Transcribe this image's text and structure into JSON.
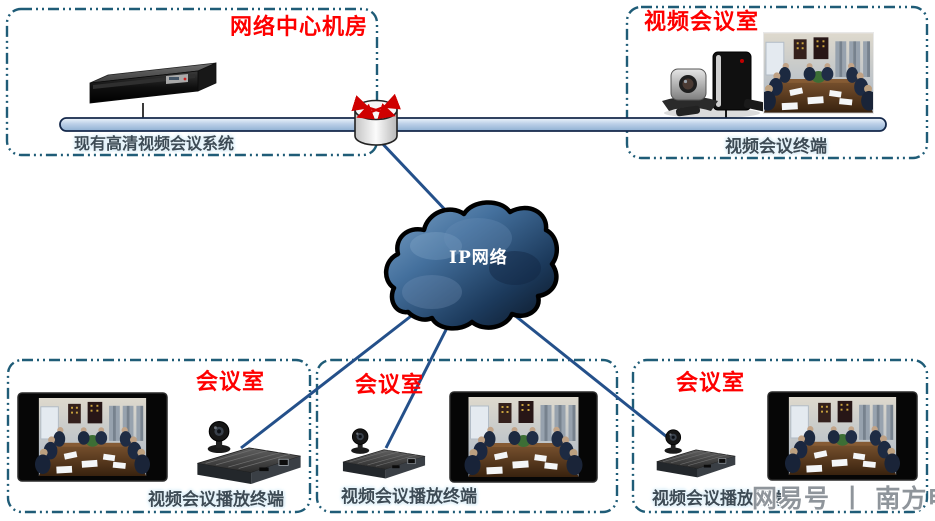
{
  "boxes": {
    "network_center": {
      "title": "网络中心机房",
      "device_label": "现有高清视频会议系统"
    },
    "video_room": {
      "title": "视频会议室",
      "device_label": "视频会议终端"
    },
    "meeting_rooms": [
      {
        "title": "会议室",
        "device_label": "视频会议播放终端"
      },
      {
        "title": "会议室",
        "device_label": "视频会议播放终端"
      },
      {
        "title": "会议室",
        "device_label": "视频会议播放终端"
      }
    ]
  },
  "cloud": {
    "label": "IP网络"
  },
  "watermark": {
    "text": "网易号 丨 南方电讯"
  },
  "icons": {
    "router": "router-icon",
    "cloud": "ip-cloud-icon",
    "server": "mcu-server-icon",
    "terminal": "video-terminal-icon",
    "decoder": "playback-decoder-icon",
    "webcam": "webcam-icon",
    "tv": "tv-display"
  },
  "connections": [
    {
      "from": "router",
      "to": "ip-cloud"
    },
    {
      "from": "ip-cloud",
      "to": "meeting-room-1-decoder"
    },
    {
      "from": "ip-cloud",
      "to": "meeting-room-2-decoder"
    },
    {
      "from": "ip-cloud",
      "to": "meeting-room-3-decoder"
    },
    {
      "from": "mcu-server",
      "to": "bus"
    },
    {
      "from": "video-terminal",
      "to": "bus"
    }
  ],
  "colors": {
    "title_red": "#FE0000",
    "box_border": "#1F5C77",
    "link_blue": "#24508A",
    "bus_fill": "#B7CCE4",
    "cloud_dark": "#0A1320",
    "watermark_gray": "#8F959B"
  }
}
